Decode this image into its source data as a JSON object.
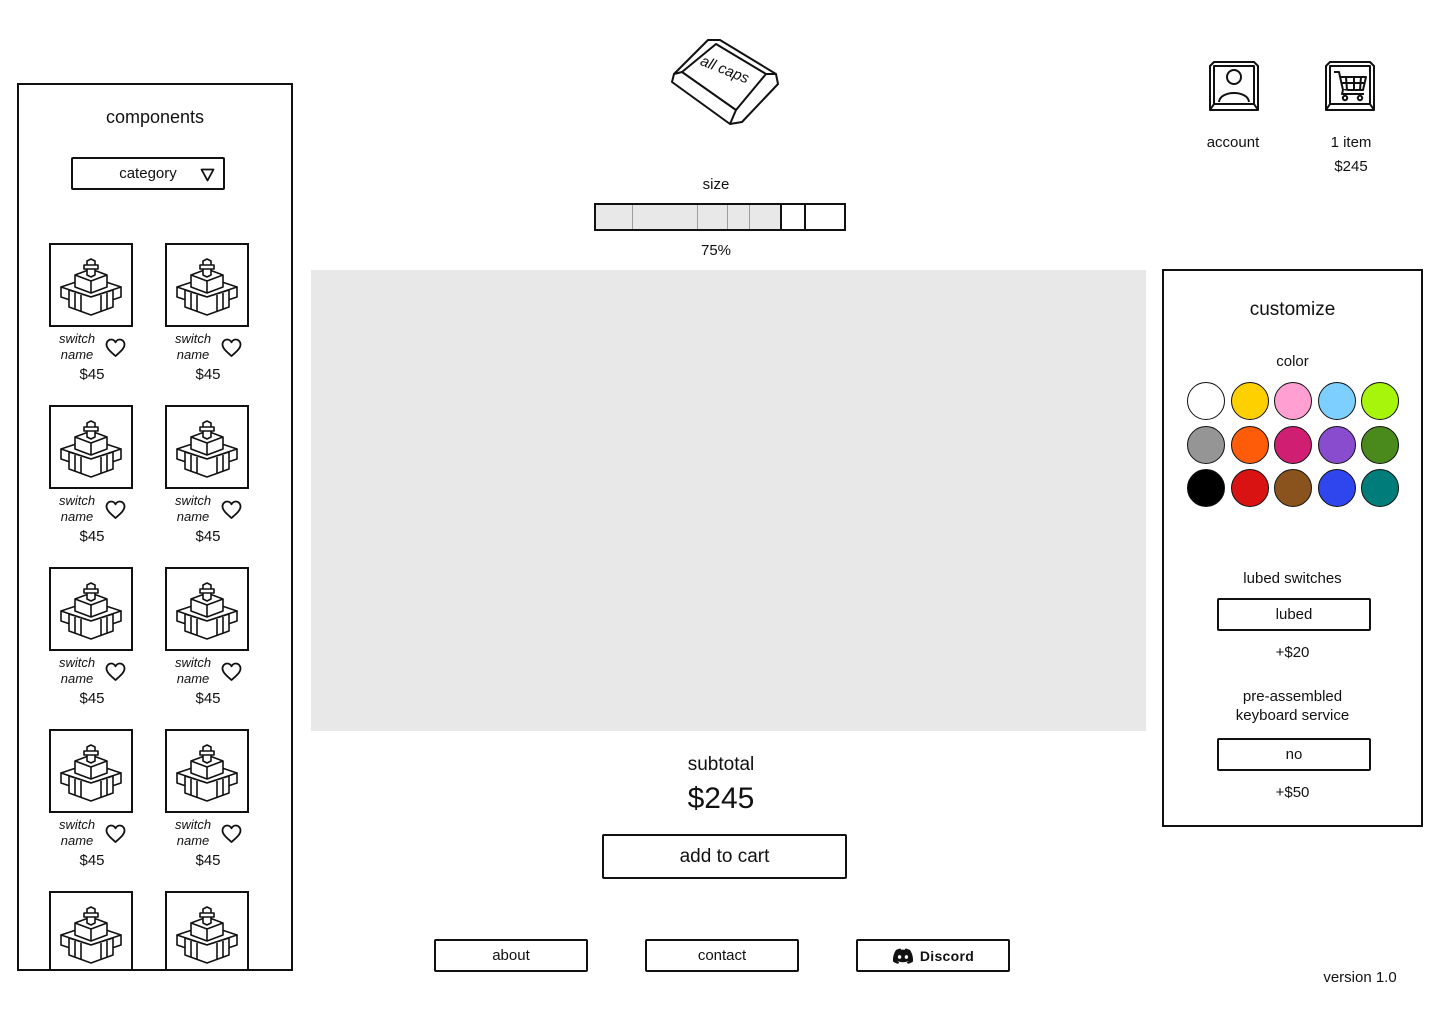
{
  "logo": {
    "text": "all caps"
  },
  "components": {
    "title": "components",
    "category_label": "category",
    "items": [
      {
        "name_line1": "switch",
        "name_line2": "name",
        "price": "$45"
      },
      {
        "name_line1": "switch",
        "name_line2": "name",
        "price": "$45"
      },
      {
        "name_line1": "switch",
        "name_line2": "name",
        "price": "$45"
      },
      {
        "name_line1": "switch",
        "name_line2": "name",
        "price": "$45"
      },
      {
        "name_line1": "switch",
        "name_line2": "name",
        "price": "$45"
      },
      {
        "name_line1": "switch",
        "name_line2": "name",
        "price": "$45"
      },
      {
        "name_line1": "switch",
        "name_line2": "name",
        "price": "$45"
      },
      {
        "name_line1": "switch",
        "name_line2": "name",
        "price": "$45"
      },
      {
        "name_line1": "",
        "name_line2": "",
        "price": ""
      },
      {
        "name_line1": "",
        "name_line2": "",
        "price": ""
      }
    ]
  },
  "size": {
    "label": "size",
    "value_text": "75%",
    "fraction": 0.75
  },
  "account": {
    "label": "account"
  },
  "cart": {
    "count_text": "1 item",
    "total": "$245"
  },
  "subtotal": {
    "label": "subtotal",
    "value": "$245"
  },
  "add_to_cart_label": "add to cart",
  "footer": {
    "about": "about",
    "contact": "contact",
    "discord": "Discord",
    "version": "version 1.0"
  },
  "customize": {
    "title": "customize",
    "color_label": "color",
    "colors": [
      "#ffffff",
      "#ffd000",
      "#ff9fd2",
      "#7dcfff",
      "#a6f50a",
      "#959595",
      "#ff5c0a",
      "#d01f72",
      "#8a4ccf",
      "#4a8a1d",
      "#000000",
      "#d91212",
      "#8a531d",
      "#2f46ef",
      "#007d7a"
    ],
    "lubed_label": "lubed switches",
    "lubed_value": "lubed",
    "lubed_price": "+$20",
    "assembly_label_line1": "pre-assembled",
    "assembly_label_line2": "keyboard service",
    "assembly_value": "no",
    "assembly_price": "+$50"
  }
}
